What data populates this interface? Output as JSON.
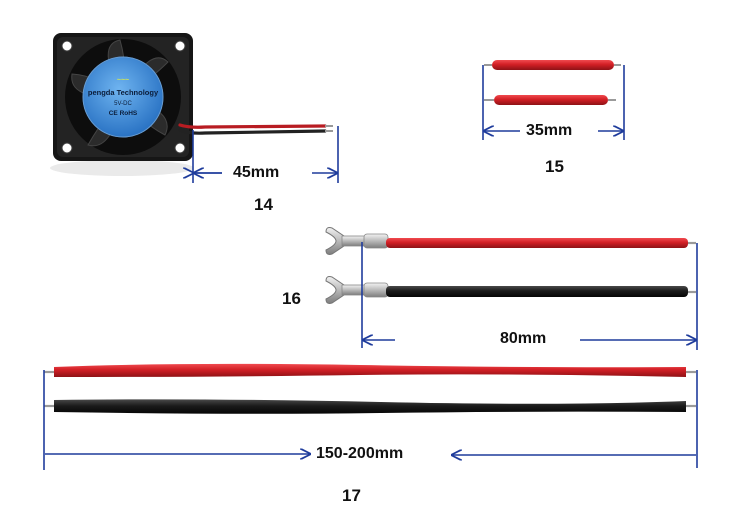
{
  "fan": {
    "brand": "pengda Technology",
    "voltage": "5V-DC",
    "marks": "CE RoHS"
  },
  "items": [
    {
      "number": "14",
      "length": "45mm"
    },
    {
      "number": "15",
      "length": "35mm"
    },
    {
      "number": "16",
      "length": "80mm"
    },
    {
      "number": "17",
      "length": "150-200mm"
    }
  ],
  "colors": {
    "dimension_line": "#1f3c9c",
    "wire_red": "#d21f25",
    "wire_black": "#1b1b1b",
    "fan_body": "#161616",
    "fan_label": "#3b8fdc",
    "terminal_metal": "#b9b9b9"
  }
}
